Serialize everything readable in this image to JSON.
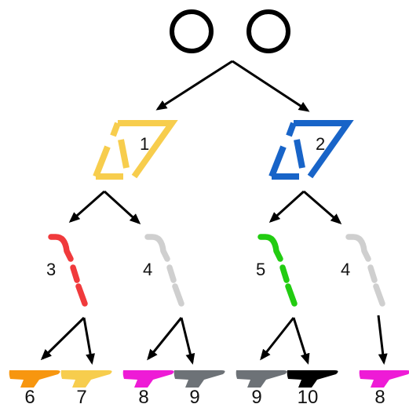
{
  "colors": {
    "yellow": "#f7cd4d",
    "blue": "#1864c8",
    "red": "#f03a3c",
    "grey": "#cfcfcf",
    "green": "#22cc11",
    "orange": "#f7960f",
    "magenta": "#ee1bd6",
    "dark_grey": "#6d7277",
    "black": "#000000"
  },
  "icons": {
    "top": [
      "circle-outline-icon",
      "circle-outline-icon"
    ],
    "parallelogram": "split-triangle-icon",
    "curved_segment": "curved-dashed-stroke-icon",
    "foot": "foot-piece-icon",
    "arrow": "arrow-icon"
  },
  "level1": [
    {
      "label": "1",
      "color": "yellow"
    },
    {
      "label": "2",
      "color": "blue"
    }
  ],
  "level2": [
    {
      "label": "3",
      "color": "red"
    },
    {
      "label": "4",
      "color": "grey"
    },
    {
      "label": "5",
      "color": "green"
    },
    {
      "label": "4",
      "color": "grey"
    }
  ],
  "level3": [
    {
      "label": "6",
      "color": "orange"
    },
    {
      "label": "7",
      "color": "yellow"
    },
    {
      "label": "8",
      "color": "magenta"
    },
    {
      "label": "9",
      "color": "dark_grey"
    },
    {
      "label": "9",
      "color": "dark_grey"
    },
    {
      "label": "10",
      "color": "black"
    },
    {
      "label": "8",
      "color": "magenta"
    }
  ]
}
